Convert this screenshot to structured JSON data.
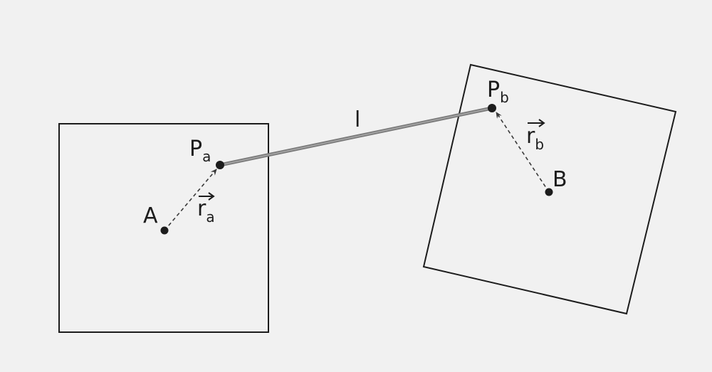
{
  "diagram": {
    "body_a": {
      "point_label": "A",
      "contact_label": "P",
      "contact_subscript": "a",
      "vector_label": "r",
      "vector_subscript": "a"
    },
    "body_b": {
      "point_label": "B",
      "contact_label": "P",
      "contact_subscript": "b",
      "vector_label": "r",
      "vector_subscript": "b"
    },
    "link_label": "l"
  },
  "colors": {
    "background": "#f1f1f1",
    "stroke": "#1c1c1c",
    "link": "#7a7a7a",
    "dashed": "#3a3a3a"
  }
}
